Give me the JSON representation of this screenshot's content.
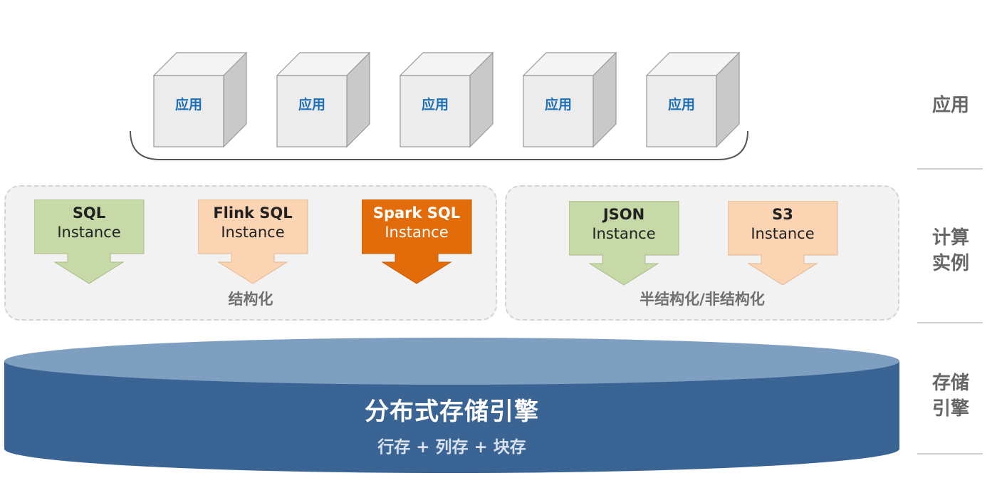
{
  "app_layer": {
    "boxes": [
      {
        "label": "应用"
      },
      {
        "label": "应用"
      },
      {
        "label": "应用"
      },
      {
        "label": "应用"
      },
      {
        "label": "应用"
      }
    ]
  },
  "compute_layer": {
    "groups": [
      {
        "label": "结构化",
        "instances": [
          {
            "title": "SQL",
            "subtitle": "Instance",
            "color": "#c6d9a6"
          },
          {
            "title": "Flink SQL",
            "subtitle": "Instance",
            "color": "#fbd4b4"
          },
          {
            "title": "Spark SQL",
            "subtitle": "Instance",
            "color": "#e36c0a"
          }
        ]
      },
      {
        "label": "半结构化/非结构化",
        "instances": [
          {
            "title": "JSON",
            "subtitle": "Instance",
            "color": "#c6d9a6"
          },
          {
            "title": "S3",
            "subtitle": "Instance",
            "color": "#fbd4b4"
          }
        ]
      }
    ]
  },
  "storage_layer": {
    "title": "分布式存储引擎",
    "subtitle": "行存 + 列存 + 块存",
    "top_color": "#7f9fc1",
    "body_color": "#3a6494"
  },
  "side_labels": [
    {
      "lines": [
        "应用"
      ]
    },
    {
      "lines": [
        "计算",
        "实例"
      ]
    },
    {
      "lines": [
        "存储",
        "引擎"
      ]
    }
  ]
}
